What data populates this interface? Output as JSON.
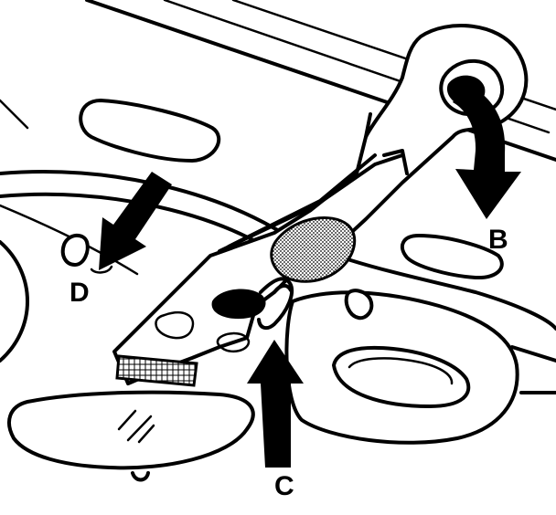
{
  "figure": {
    "callouts": {
      "b": "B",
      "c": "C",
      "d": "D"
    },
    "colors": {
      "line": "#000000",
      "background": "#ffffff",
      "stipple": "#9a9a9a"
    },
    "icons": {
      "arrow_b": "curved-arrow-down",
      "arrow_c": "arrow-up",
      "arrow_d": "arrow-down-left"
    }
  }
}
